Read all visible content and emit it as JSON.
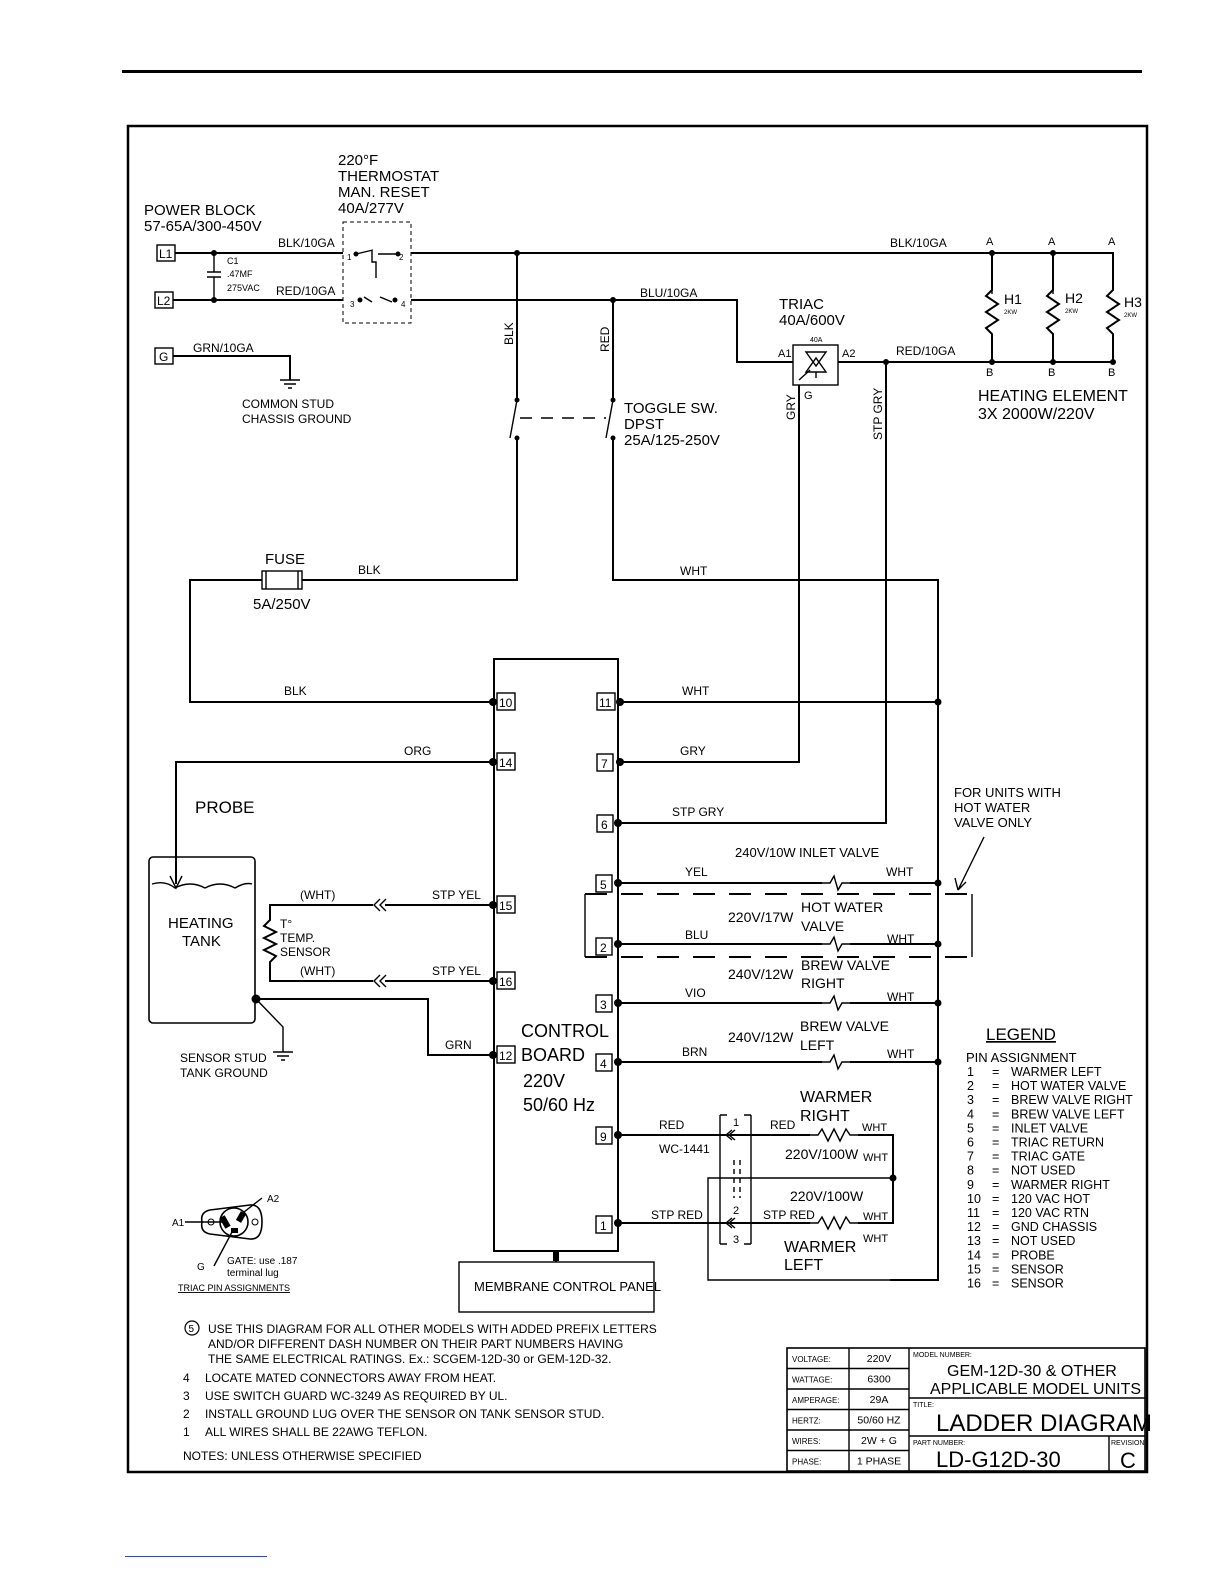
{
  "components": {
    "thermostat": [
      "220°F",
      "THERMOSTAT",
      "MAN. RESET",
      "40A/277V"
    ],
    "power_block": [
      "POWER BLOCK",
      "57-65A/300-450V"
    ],
    "terminals": [
      "L1",
      "L2",
      "G"
    ],
    "capacitor": [
      "C1",
      ".47MF",
      "275VAC"
    ],
    "ground_common": [
      "COMMON STUD",
      "CHASSIS GROUND"
    ],
    "triac": [
      "TRIAC",
      "40A/600V"
    ],
    "triac_pins": {
      "a1": "A1",
      "a2": "A2",
      "g": "G",
      "rating": "40A"
    },
    "heating_element": [
      "HEATING ELEMENT",
      "3X 2000W/220V"
    ],
    "heaters": [
      {
        "name": "H1",
        "kw": "2KW",
        "top": "A",
        "bottom": "B"
      },
      {
        "name": "H2",
        "kw": "2KW",
        "top": "A",
        "bottom": "B"
      },
      {
        "name": "H3",
        "kw": "2KW",
        "top": "A",
        "bottom": "B"
      }
    ],
    "toggle": [
      "TOGGLE SW.",
      "DPST",
      "25A/125-250V"
    ],
    "fuse": {
      "label": "FUSE",
      "rating": "5A/250V"
    },
    "probe": "PROBE",
    "tank": [
      "HEATING",
      "TANK"
    ],
    "temp_sensor": [
      "T°",
      "TEMP.",
      "SENSOR"
    ],
    "sensor_ground": [
      "SENSOR STUD",
      "TANK GROUND"
    ],
    "control_board": [
      "CONTROL",
      "BOARD",
      "220V",
      "50/60 Hz"
    ],
    "membrane": "MEMBRANE CONTROL PANEL",
    "hot_water_note": [
      "FOR UNITS WITH",
      "HOT WATER",
      "VALVE ONLY"
    ],
    "warmer_right": [
      "WARMER",
      "RIGHT"
    ],
    "warmer_left": [
      "WARMER",
      "LEFT"
    ],
    "connector": {
      "label": "WC-1441",
      "pins": [
        "1",
        "2",
        "3"
      ]
    }
  },
  "wires": {
    "blk10": "BLK/10GA",
    "red10": "RED/10GA",
    "grn10": "GRN/10GA",
    "blu10": "BLU/10GA",
    "blk": "BLK",
    "red": "RED",
    "wht": "WHT",
    "gry": "GRY",
    "stp_gry": "STP GRY",
    "org": "ORG",
    "grn": "GRN",
    "stp_yel": "STP YEL",
    "wht_paren": "(WHT)",
    "yel": "YEL",
    "blu": "BLU",
    "vio": "VIO",
    "brn": "BRN",
    "stp_red": "STP RED"
  },
  "board_pins_left": [
    "10",
    "14",
    "15",
    "16",
    "12"
  ],
  "board_pins_right": [
    "11",
    "7",
    "6",
    "5",
    "2",
    "3",
    "4",
    "9",
    "1"
  ],
  "loads": [
    {
      "rating": "240V/10W",
      "name": "INLET VALVE"
    },
    {
      "rating": "220V/17W",
      "name": "HOT WATER",
      "name2": "VALVE"
    },
    {
      "rating": "240V/12W",
      "name": "BREW VALVE",
      "name2": "RIGHT"
    },
    {
      "rating": "240V/12W",
      "name": "BREW VALVE",
      "name2": "LEFT"
    },
    {
      "rating": "220V/100W"
    },
    {
      "rating": "220V/100W"
    }
  ],
  "triac_assignments": {
    "title": "TRIAC PIN ASSIGNMENTS",
    "a1": "A1",
    "a2": "A2",
    "g": "G",
    "gate_note": [
      "GATE: use .187",
      "terminal lug"
    ]
  },
  "legend": {
    "title": "LEGEND",
    "subtitle": "PIN ASSIGNMENT",
    "items": [
      {
        "n": "1",
        "d": "WARMER LEFT"
      },
      {
        "n": "2",
        "d": "HOT WATER VALVE"
      },
      {
        "n": "3",
        "d": "BREW VALVE RIGHT"
      },
      {
        "n": "4",
        "d": "BREW VALVE LEFT"
      },
      {
        "n": "5",
        "d": "INLET VALVE"
      },
      {
        "n": "6",
        "d": "TRIAC RETURN"
      },
      {
        "n": "7",
        "d": "TRIAC GATE"
      },
      {
        "n": "8",
        "d": "NOT USED"
      },
      {
        "n": "9",
        "d": "WARMER RIGHT"
      },
      {
        "n": "10",
        "d": "120 VAC HOT"
      },
      {
        "n": "11",
        "d": "120 VAC RTN"
      },
      {
        "n": "12",
        "d": "GND CHASSIS"
      },
      {
        "n": "13",
        "d": "NOT USED"
      },
      {
        "n": "14",
        "d": "PROBE"
      },
      {
        "n": "15",
        "d": "SENSOR"
      },
      {
        "n": "16",
        "d": "SENSOR"
      }
    ]
  },
  "notes": {
    "five_marker": "5",
    "lines": [
      "USE THIS DIAGRAM FOR ALL OTHER MODELS WITH ADDED PREFIX LETTERS",
      "AND/OR DIFFERENT DASH NUMBER ON THEIR PART NUMBERS HAVING",
      "THE SAME ELECTRICAL RATINGS. Ex.:  SCGEM-12D-30  or  GEM-12D-32."
    ],
    "numbered": [
      {
        "n": "4",
        "t": "LOCATE MATED CONNECTORS AWAY FROM HEAT."
      },
      {
        "n": "3",
        "t": "USE SWITCH GUARD WC-3249 AS REQUIRED BY UL."
      },
      {
        "n": "2",
        "t": "INSTALL GROUND LUG OVER THE SENSOR ON TANK SENSOR STUD."
      },
      {
        "n": "1",
        "t": "ALL WIRES SHALL BE 22AWG TEFLON."
      }
    ],
    "footer": "NOTES: UNLESS OTHERWISE SPECIFIED"
  },
  "title_block": {
    "specs": [
      {
        "k": "VOLTAGE:",
        "v": "220V"
      },
      {
        "k": "WATTAGE:",
        "v": "6300"
      },
      {
        "k": "AMPERAGE:",
        "v": "29A"
      },
      {
        "k": "HERTZ:",
        "v": "50/60 HZ"
      },
      {
        "k": "WIRES:",
        "v": "2W + G"
      },
      {
        "k": "PHASE:",
        "v": "1 PHASE"
      }
    ],
    "model_label": "MODEL NUMBER:",
    "model_lines": [
      "GEM-12D-30 & OTHER",
      "APPLICABLE MODEL UNITS"
    ],
    "title_label": "TITLE:",
    "title": "LADDER DIAGRAM",
    "part_label": "PART NUMBER:",
    "part": "LD-G12D-30",
    "rev_label": "REVISION:",
    "rev": "C"
  }
}
